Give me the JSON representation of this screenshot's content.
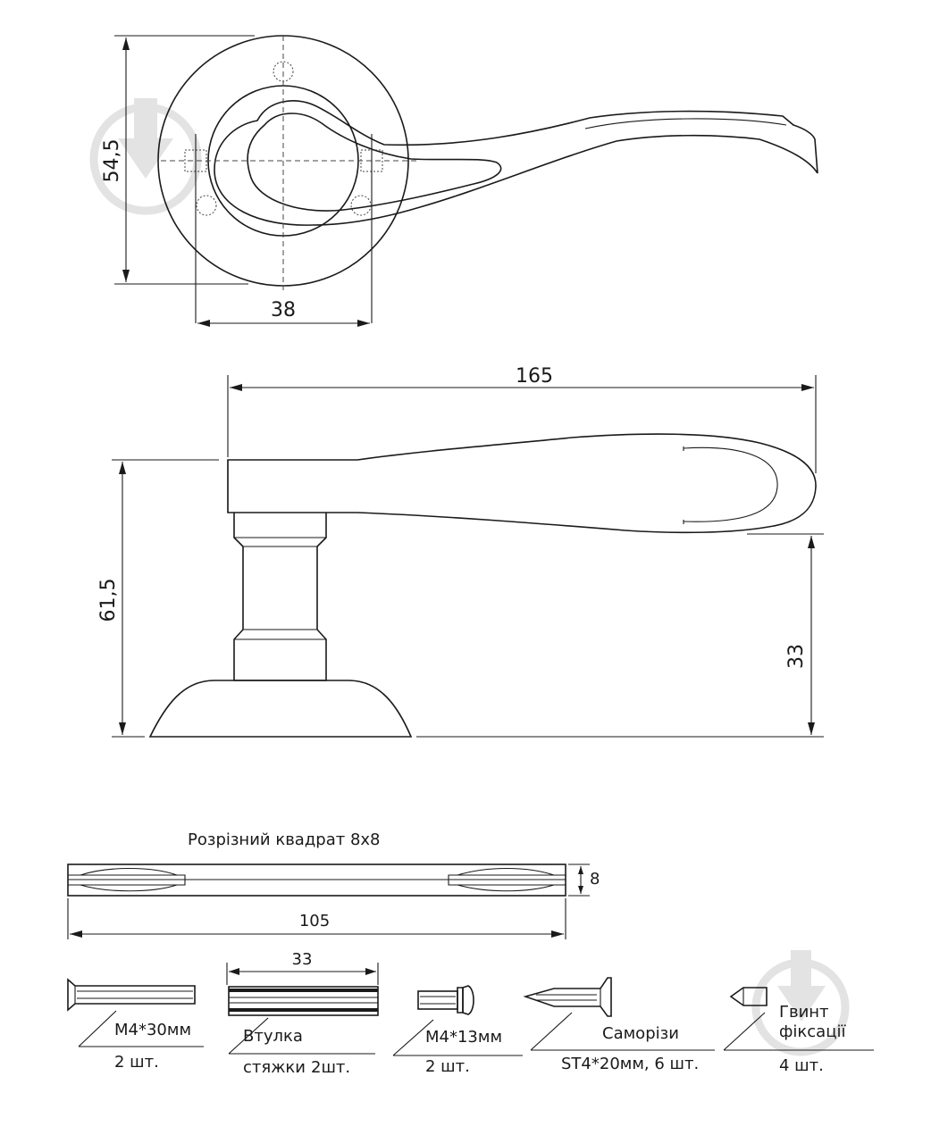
{
  "dimensions": {
    "rosette_height": "54,5",
    "rosette_holes_spacing": "38",
    "handle_length": "165",
    "total_height": "61,5",
    "lever_height": "33",
    "spindle_length": "105",
    "spindle_size": "8",
    "sleeve_length": "33"
  },
  "spindle": {
    "label": "Розрізний квадрат 8х8"
  },
  "parts": [
    {
      "name": "M4*30мм",
      "qty": "2 шт."
    },
    {
      "name": "Втулка",
      "name2": "стяжки",
      "qty": "2шт."
    },
    {
      "name": "M4*13мм",
      "qty": "2 шт."
    },
    {
      "name": "Саморізи",
      "qty": "ST4*20мм, 6 шт."
    },
    {
      "name": "Гвинт",
      "name2": "фіксації",
      "qty": "4 шт."
    }
  ],
  "colors": {
    "line": "#1a1a1a",
    "watermark": "#e3e3e3"
  }
}
